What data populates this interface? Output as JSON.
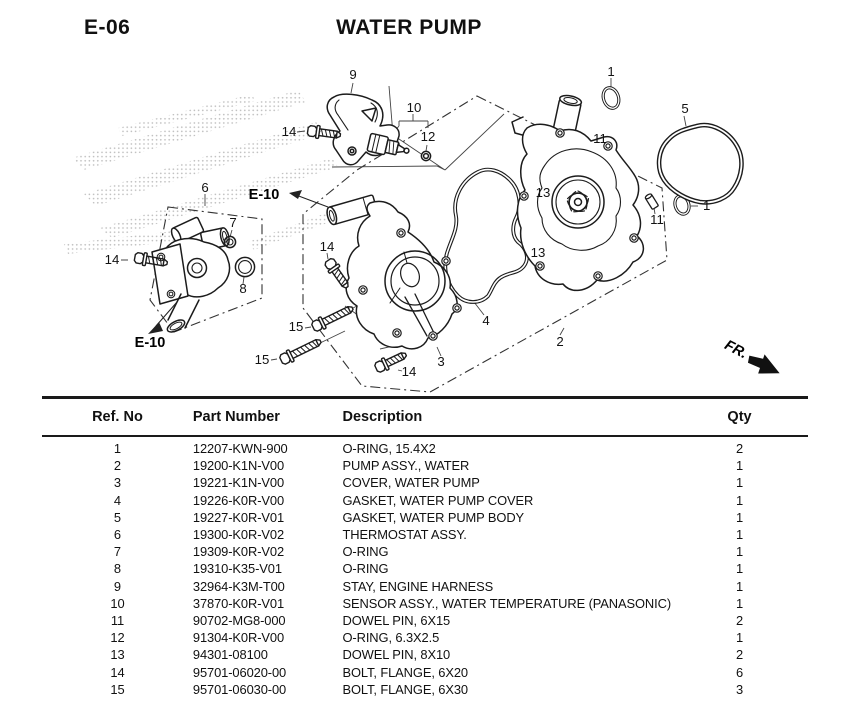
{
  "page": {
    "code": "E-06",
    "title": "WATER PUMP"
  },
  "colors": {
    "ink": "#1a1a1a",
    "stipple": "#bfbfbf"
  },
  "diagram": {
    "fr_label": "FR.",
    "e10": "E-10",
    "callouts": {
      "1": "1",
      "2": "2",
      "3": "3",
      "4": "4",
      "5": "5",
      "6": "6",
      "7": "7",
      "8": "8",
      "9": "9",
      "10": "10",
      "11": "11",
      "12": "12",
      "13": "13",
      "14": "14",
      "15": "15"
    }
  },
  "table": {
    "headers": {
      "ref": "Ref. No",
      "part": "Part Number",
      "desc": "Description",
      "qty": "Qty"
    },
    "rows": [
      {
        "ref": "1",
        "part": "12207-KWN-900",
        "desc": "O-RING, 15.4X2",
        "qty": "2"
      },
      {
        "ref": "2",
        "part": "19200-K1N-V00",
        "desc": "PUMP ASSY., WATER",
        "qty": "1"
      },
      {
        "ref": "3",
        "part": "19221-K1N-V00",
        "desc": "COVER, WATER PUMP",
        "qty": "1"
      },
      {
        "ref": "4",
        "part": "19226-K0R-V00",
        "desc": "GASKET, WATER PUMP COVER",
        "qty": "1"
      },
      {
        "ref": "5",
        "part": "19227-K0R-V01",
        "desc": "GASKET, WATER PUMP BODY",
        "qty": "1"
      },
      {
        "ref": "6",
        "part": "19300-K0R-V02",
        "desc": "THERMOSTAT ASSY.",
        "qty": "1"
      },
      {
        "ref": "7",
        "part": "19309-K0R-V02",
        "desc": "O-RING",
        "qty": "1"
      },
      {
        "ref": "8",
        "part": "19310-K35-V01",
        "desc": "O-RING",
        "qty": "1"
      },
      {
        "ref": "9",
        "part": "32964-K3M-T00",
        "desc": "STAY, ENGINE HARNESS",
        "qty": "1"
      },
      {
        "ref": "10",
        "part": "37870-K0R-V01",
        "desc": "SENSOR ASSY., WATER TEMPERATURE (PANASONIC)",
        "qty": "1"
      },
      {
        "ref": "11",
        "part": "90702-MG8-000",
        "desc": "DOWEL PIN, 6X15",
        "qty": "2"
      },
      {
        "ref": "12",
        "part": "91304-K0R-V00",
        "desc": "O-RING, 6.3X2.5",
        "qty": "1"
      },
      {
        "ref": "13",
        "part": "94301-08100",
        "desc": "DOWEL PIN, 8X10",
        "qty": "2"
      },
      {
        "ref": "14",
        "part": "95701-06020-00",
        "desc": "BOLT, FLANGE, 6X20",
        "qty": "6"
      },
      {
        "ref": "15",
        "part": "95701-06030-00",
        "desc": "BOLT, FLANGE, 6X30",
        "qty": "3"
      }
    ]
  }
}
